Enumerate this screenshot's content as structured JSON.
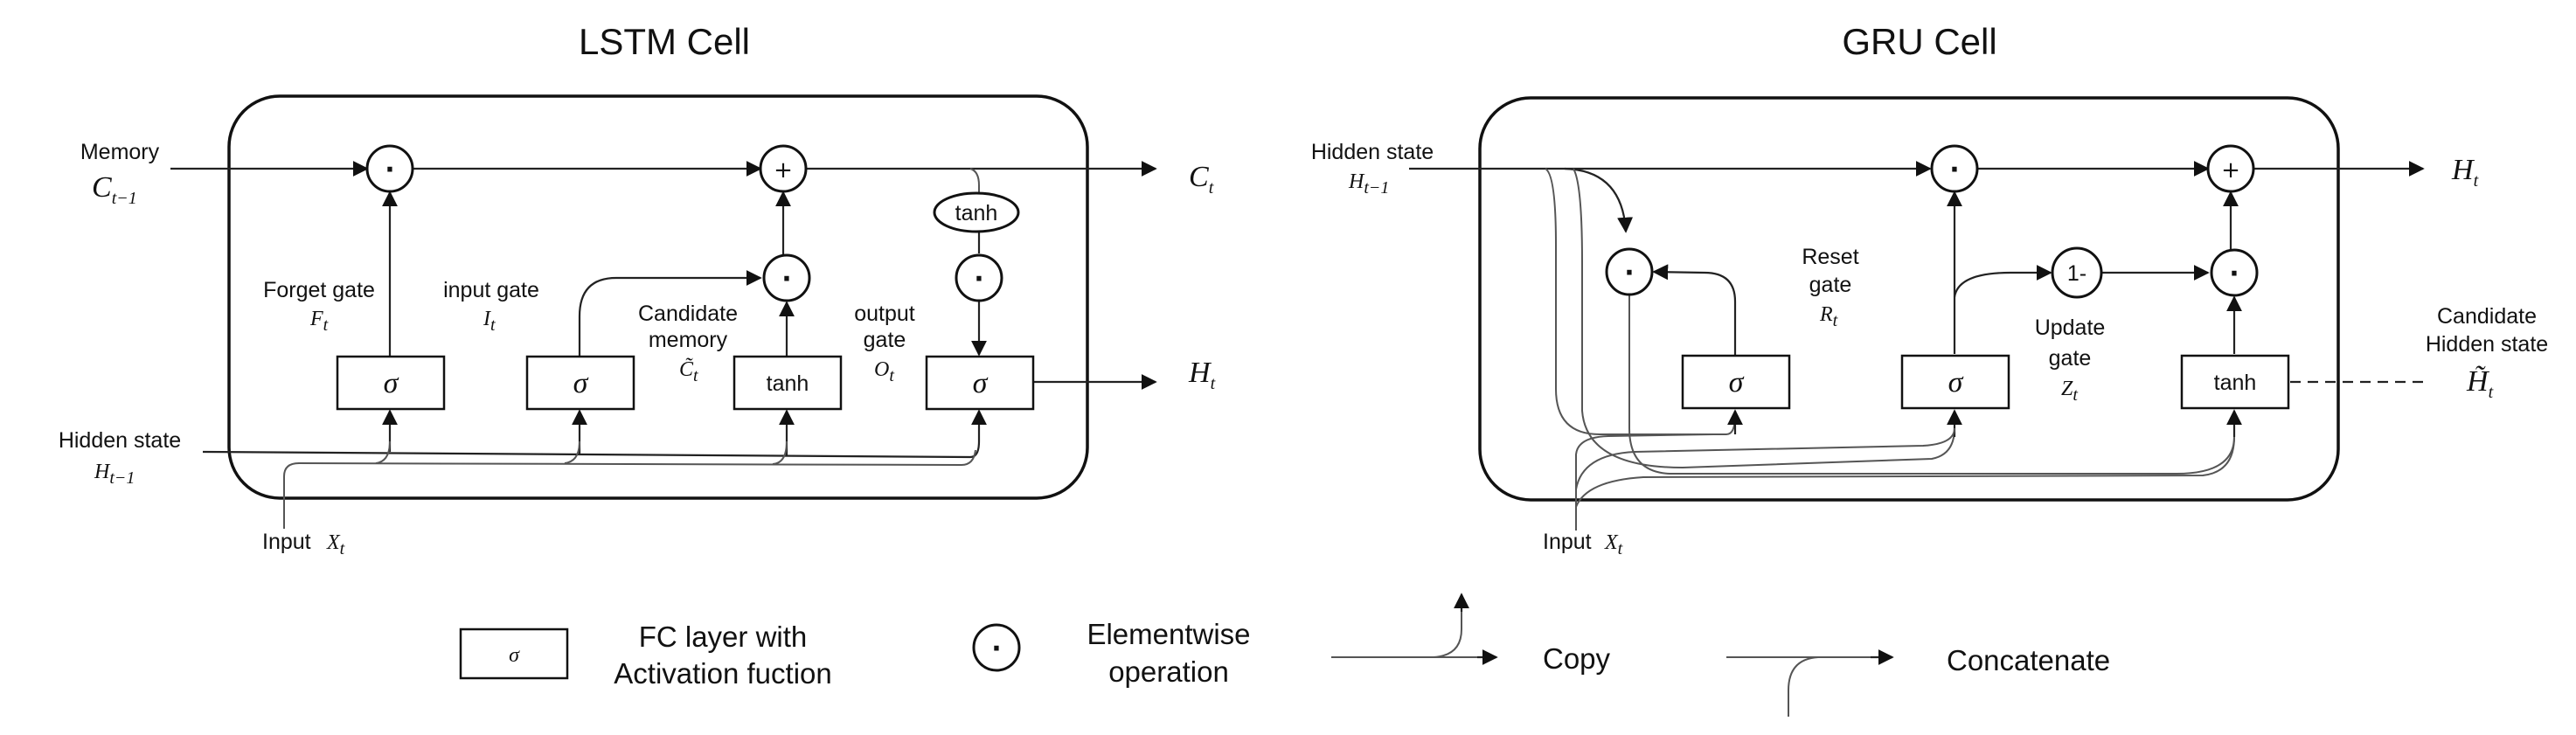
{
  "lstm": {
    "title": "LSTM Cell",
    "memory_label": "Memory",
    "memory_symbol": "C",
    "memory_sub": "t−1",
    "hidden_label": "Hidden state",
    "hidden_symbol": "H",
    "hidden_sub": "t−1",
    "input_label": "Input",
    "input_symbol": "X",
    "input_sub": "t",
    "out_c_symbol": "C",
    "out_c_sub": "t",
    "out_h_symbol": "H",
    "out_h_sub": "t",
    "forget_label": "Forget gate",
    "forget_symbol": "F",
    "forget_sub": "t",
    "input_gate_label": "input gate",
    "input_gate_symbol": "I",
    "input_gate_sub": "t",
    "candidate_label_1": "Candidate",
    "candidate_label_2": "memory",
    "candidate_symbol": "C̃",
    "candidate_sub": "t",
    "output_label_1": "output",
    "output_label_2": "gate",
    "output_symbol": "O",
    "output_sub": "t",
    "sigma": "σ",
    "tanh": "tanh",
    "dot": "·",
    "plus": "+"
  },
  "gru": {
    "title": "GRU Cell",
    "hidden_label": "Hidden state",
    "hidden_symbol": "H",
    "hidden_sub": "t−1",
    "input_label": "Input",
    "input_symbol": "X",
    "input_sub": "t",
    "out_h_symbol": "H",
    "out_h_sub": "t",
    "reset_label_1": "Reset",
    "reset_label_2": "gate",
    "reset_symbol": "R",
    "reset_sub": "t",
    "update_label_1": "Update",
    "update_label_2": "gate",
    "update_symbol": "Z",
    "update_sub": "t",
    "candidate_label_1": "Candidate",
    "candidate_label_2": "Hidden state",
    "candidate_symbol": "H̃",
    "candidate_sub": "t",
    "one_minus": "1-",
    "sigma": "σ",
    "tanh": "tanh",
    "dot": "·",
    "plus": "+"
  },
  "legend": {
    "sigma": "σ",
    "fc_label_1": "FC layer with",
    "fc_label_2": "Activation fuction",
    "dot": "·",
    "elementwise_1": "Elementwise",
    "elementwise_2": "operation",
    "copy": "Copy",
    "concatenate": "Concatenate"
  }
}
